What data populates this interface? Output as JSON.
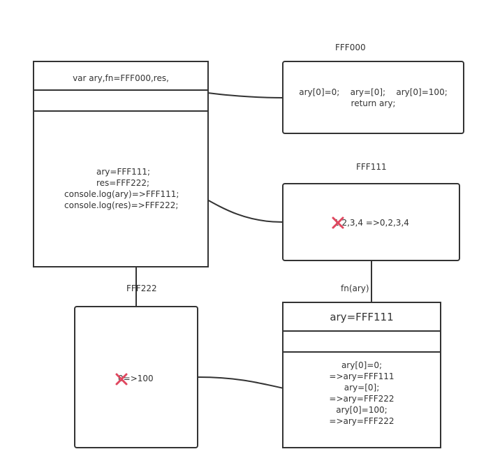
{
  "colors": {
    "stroke": "#333333",
    "cross": "#e0475f",
    "text": "#333333"
  },
  "left_stack": {
    "header": "var ary,fn=FFF000,res,",
    "body": [
      "ary=FFF111;",
      "res=FFF222;",
      "console.log(ary)=>FFF111;",
      "console.log(res)=>FFF222;"
    ]
  },
  "fff000": {
    "label": "FFF000",
    "line1": "ary[0]=0;    ary=[0];    ary[0]=100;",
    "line2": "return ary;"
  },
  "fff111": {
    "label": "FFF111",
    "content": "1,2,3,4 =>0,2,3,4",
    "cross_icon": "cross-icon"
  },
  "fff222": {
    "label": "FFF222",
    "content": "0=>100",
    "cross_icon": "cross-icon"
  },
  "fn_scope": {
    "label": "fn(ary)",
    "header": "ary=FFF111",
    "body": [
      "ary[0]=0;",
      "=>ary=FFF111",
      "ary=[0];",
      "=>ary=FFF222",
      "ary[0]=100;",
      "=>ary=FFF222"
    ]
  }
}
